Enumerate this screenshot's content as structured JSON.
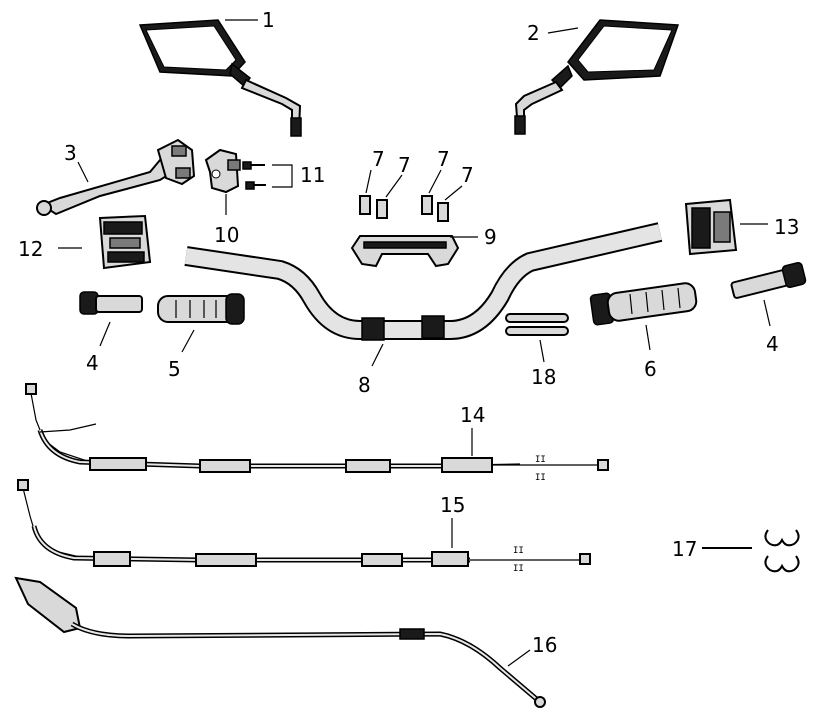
{
  "diagram": {
    "parts": [
      {
        "key": "mirror_left",
        "number": "1",
        "icon": "mirror-icon"
      },
      {
        "key": "mirror_right",
        "number": "2",
        "icon": "mirror-icon"
      },
      {
        "key": "clutch_lever",
        "number": "3",
        "icon": "lever-icon"
      },
      {
        "key": "bar_end_left",
        "number": "4",
        "icon": "bar-end-weight-icon"
      },
      {
        "key": "grip_left",
        "number": "5",
        "icon": "grip-icon"
      },
      {
        "key": "grip_right",
        "number": "6",
        "icon": "throttle-grip-icon"
      },
      {
        "key": "bolt",
        "number": "7",
        "icon": "bolt-icon"
      },
      {
        "key": "handlebar",
        "number": "8",
        "icon": "handlebar-icon"
      },
      {
        "key": "clamp",
        "number": "9",
        "icon": "clamp-icon"
      },
      {
        "key": "bracket",
        "number": "10",
        "icon": "bracket-icon"
      },
      {
        "key": "screw",
        "number": "11",
        "icon": "screw-icon"
      },
      {
        "key": "switch_left",
        "number": "12",
        "icon": "switch-icon"
      },
      {
        "key": "switch_right",
        "number": "13",
        "icon": "switch-icon"
      },
      {
        "key": "throttle_cable_1",
        "number": "14",
        "icon": "cable-icon"
      },
      {
        "key": "throttle_cable_2",
        "number": "15",
        "icon": "cable-icon"
      },
      {
        "key": "clutch_cable",
        "number": "16",
        "icon": "cable-icon"
      },
      {
        "key": "clip",
        "number": "17",
        "icon": "clip-icon"
      },
      {
        "key": "strap",
        "number": "18",
        "icon": "strap-icon"
      }
    ],
    "extra_labels": {
      "bolt_b": "7",
      "bolt_c": "7",
      "bolt_d": "7",
      "bar_end_right": "4"
    },
    "colors": {
      "line": "#000000",
      "fill": "#d9d9d9",
      "dark": "#1a1a1a",
      "background": "#ffffff"
    }
  }
}
